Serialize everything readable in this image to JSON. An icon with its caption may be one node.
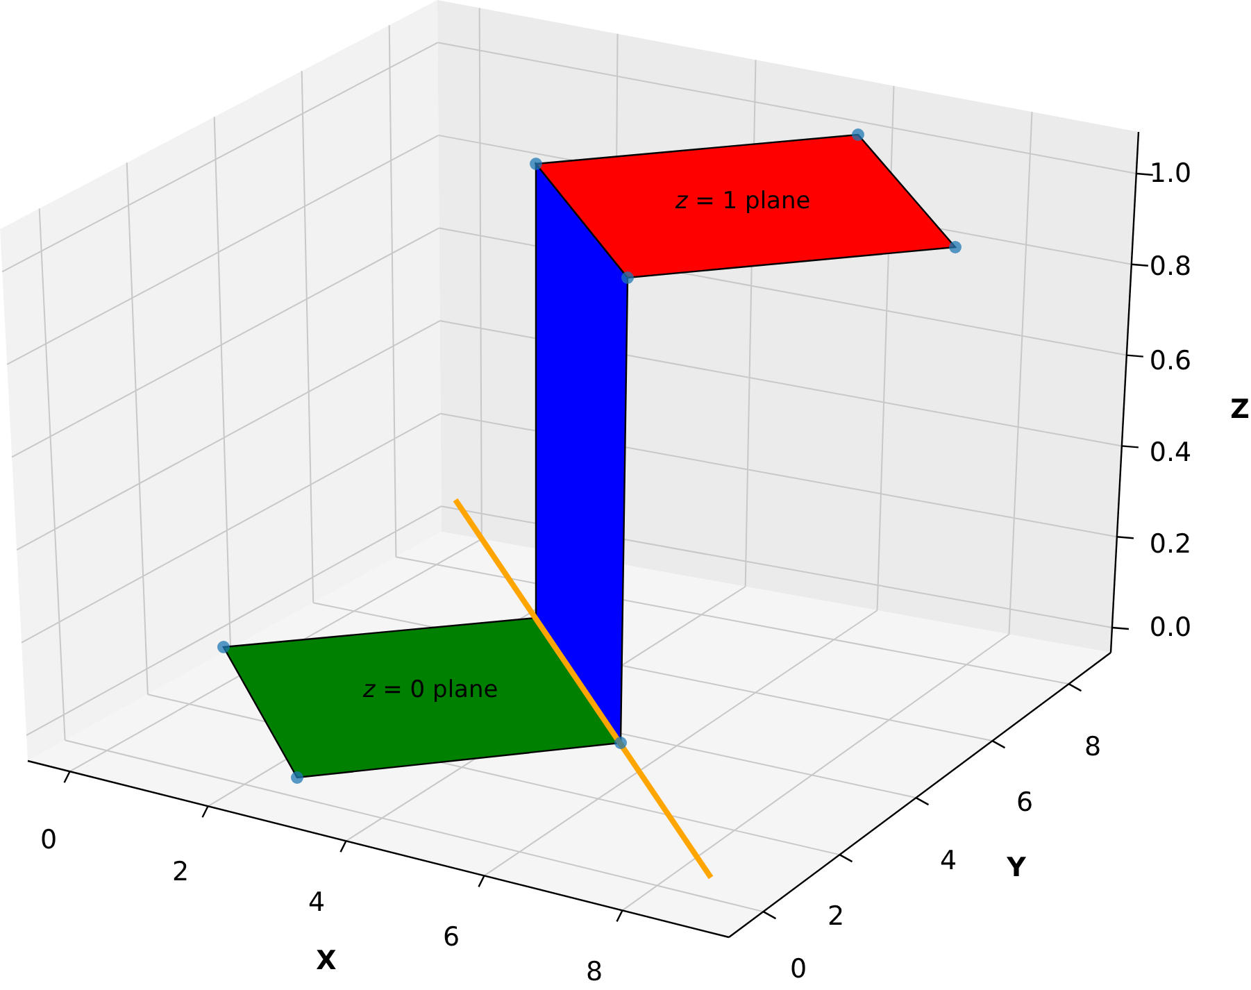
{
  "diagram": {
    "nodes": [
      {
        "text": [
          "*z* = 1 plane"
        ]
      },
      {
        "text": [],
        "shape": "box"
      },
      {
        "text": [
          "*z* = 0 plane"
        ]
      }
    ],
    "labels": [
      "1.0",
      "0.8",
      "0.6",
      "0.4",
      "0.2",
      "0.0",
      "Z",
      "8",
      "6",
      "4",
      "2",
      "0",
      "Y",
      "0",
      "2",
      "4",
      "6",
      "8",
      "X"
    ]
  }
}
